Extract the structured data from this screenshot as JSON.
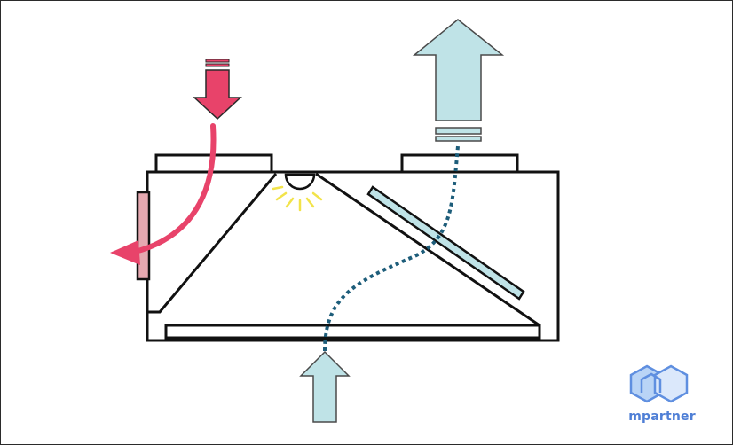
{
  "colors": {
    "outline": "#111111",
    "frame_border": "#2b2b2b",
    "warm_air": "#e8436a",
    "warm_air_panel": "#e6a9b1",
    "cool_air_fill": "#bfe3e7",
    "cool_air_stroke": "#4a4a4a",
    "glass_panel": "#bfe3e7",
    "dotted_path": "#1d5d7a",
    "light_rays": "#f2e34a",
    "logo_light": "#b9d4f6",
    "logo_dark": "#5f8fe0",
    "logo_text": "#4f7fd6"
  },
  "logo": {
    "text": "mpartner"
  },
  "icons": [
    "warm-air-down-arrow",
    "exhaust-up-arrow",
    "intake-up-arrow",
    "lamp-icon",
    "hexagon-logo-icon"
  ]
}
